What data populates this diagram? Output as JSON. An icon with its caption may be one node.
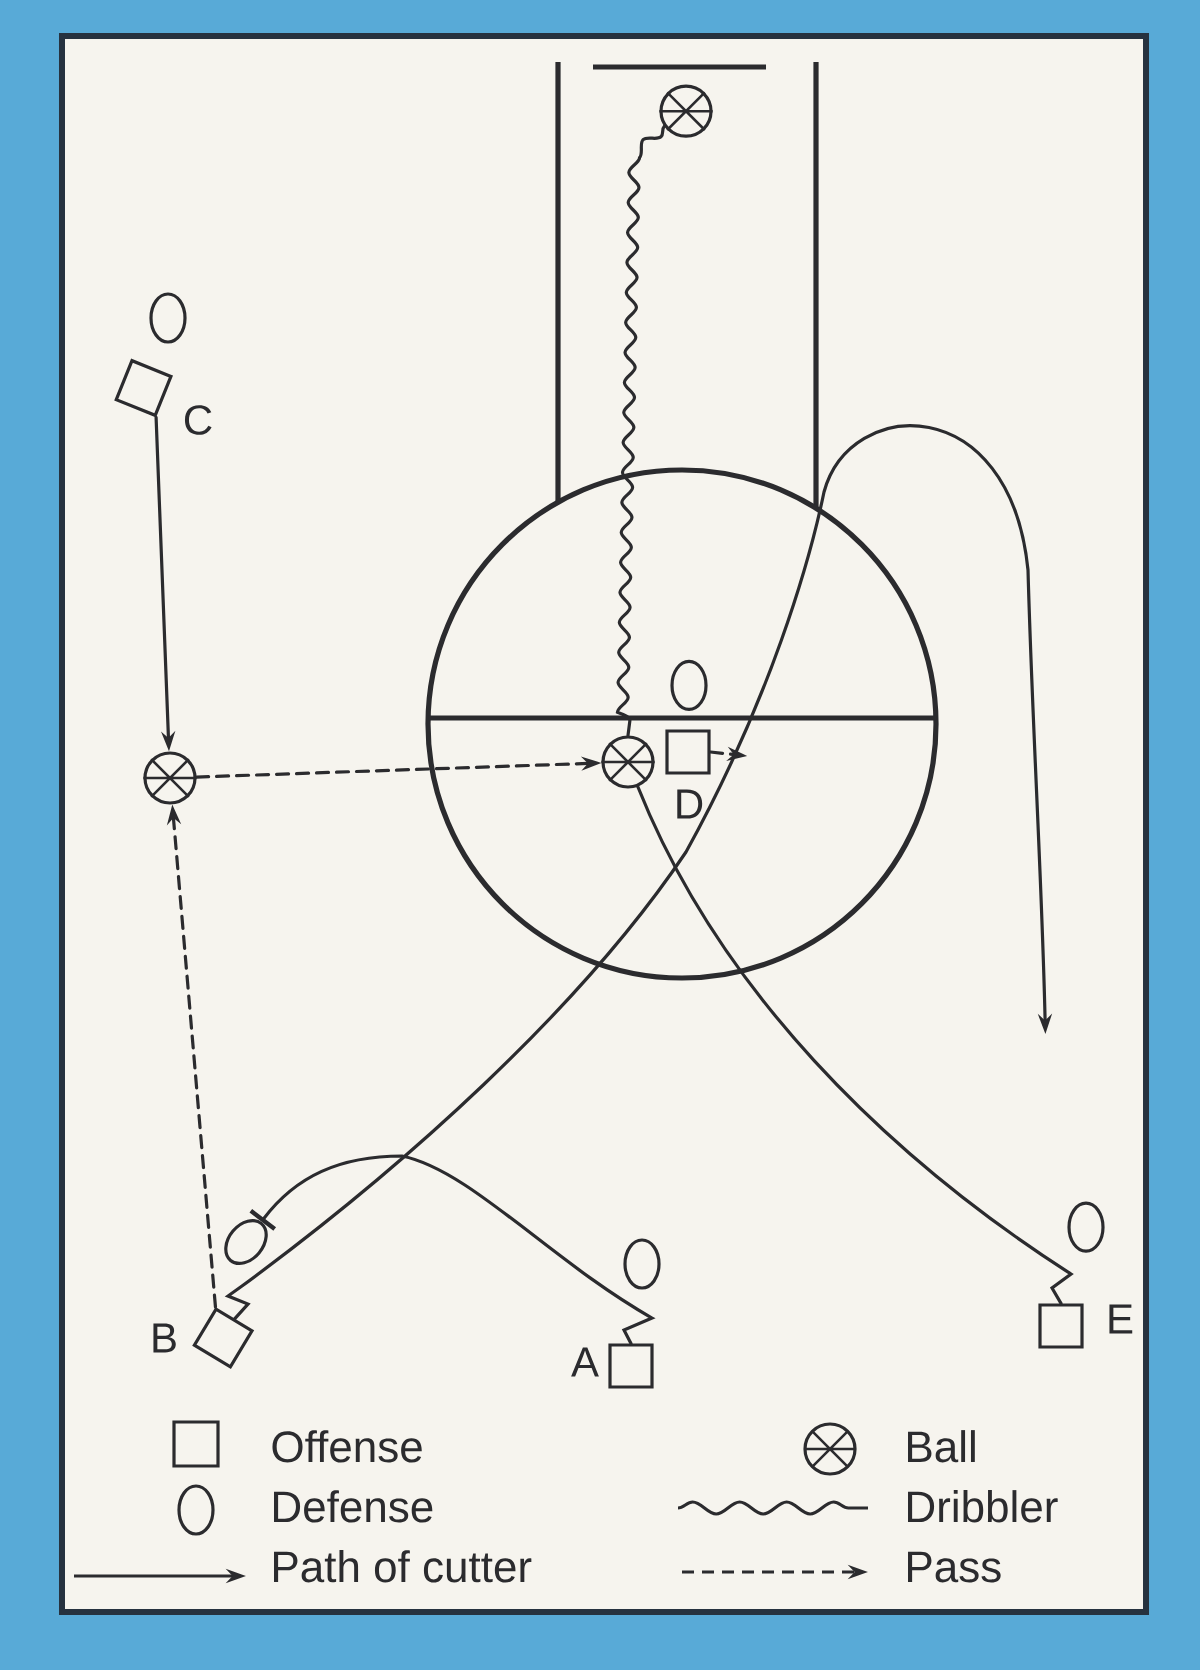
{
  "diagram": {
    "nodes": [
      {
        "text": [],
        "shape": "ball"
      },
      {
        "text": [],
        "shape": "ellipse"
      },
      {
        "text": [],
        "shape": "box",
        "beside": [
          "C"
        ]
      },
      {
        "text": [],
        "shape": "ellipse"
      },
      {
        "text": [],
        "shape": "ball"
      },
      {
        "text": [],
        "shape": "ball"
      },
      {
        "text": [],
        "shape": "box",
        "beside": [
          "D"
        ]
      },
      {
        "text": [],
        "shape": "ellipse"
      },
      {
        "text": [],
        "shape": "ellipse"
      },
      {
        "text": [],
        "shape": "ellipse"
      },
      {
        "text": [],
        "shape": "box",
        "beside": [
          "B"
        ]
      },
      {
        "text": [],
        "shape": "box",
        "beside": [
          "E"
        ]
      },
      {
        "text": [],
        "shape": "box",
        "beside": [
          "A"
        ]
      }
    ],
    "edges": [
      {
        "from": 2,
        "to": 4,
        "arrow": "to"
      },
      {
        "from": 4,
        "to": 5,
        "arrow": "to",
        "style": "dashed"
      },
      {
        "from": 10,
        "to": 4,
        "arrow": "to",
        "style": "dashed"
      },
      {
        "from": 0,
        "to": 5,
        "arrow": "none"
      },
      {
        "from": 6,
        "to": null,
        "arrow": "to",
        "style": "dashed"
      },
      {
        "from": 10,
        "to": null,
        "arrow": "to"
      },
      {
        "from": 12,
        "to": 7,
        "arrow": "other"
      },
      {
        "from": 11,
        "to": 5,
        "arrow": "none"
      }
    ],
    "legend": [
      {
        "text": "Offense"
      },
      {
        "text": "Defense"
      },
      {
        "text": "Path of cutter"
      },
      {
        "text": "Ball"
      },
      {
        "text": "Dribbler"
      },
      {
        "text": "Pass"
      }
    ]
  }
}
